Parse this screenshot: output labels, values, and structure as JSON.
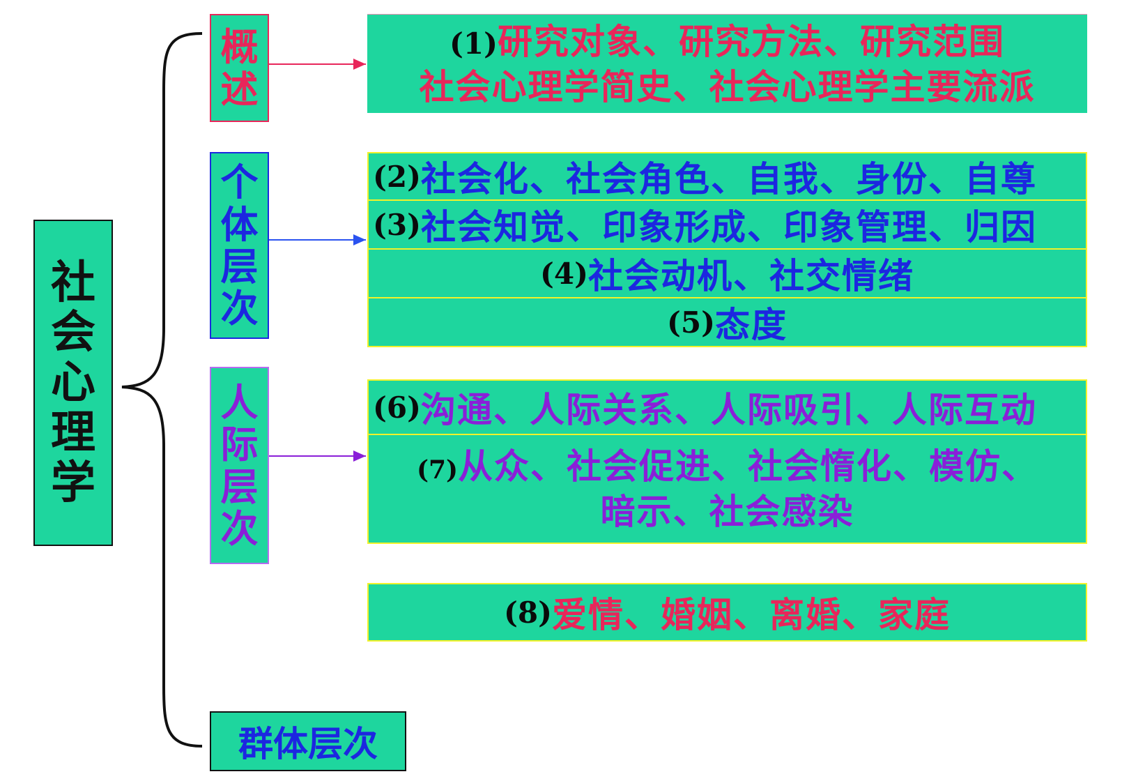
{
  "root": {
    "chars": [
      "社",
      "会",
      "心",
      "理",
      "学"
    ]
  },
  "categories": {
    "overview": {
      "chars": [
        "概",
        "述"
      ]
    },
    "individual": {
      "chars": [
        "个",
        "体",
        "层",
        "次"
      ]
    },
    "interpersonal": {
      "chars": [
        "人",
        "际",
        "层",
        "次"
      ]
    },
    "group": {
      "label": "群体层次"
    }
  },
  "items": [
    {
      "num": "(1)",
      "line1": "研究对象、研究方法、研究范围",
      "line2": "社会心理学简史、社会心理学主要流派"
    },
    {
      "num": "(2)",
      "text": "社会化、社会角色、自我、身份、自尊"
    },
    {
      "num": "(3)",
      "text": "社会知觉、印象形成、印象管理、归因"
    },
    {
      "num": "(4)",
      "text": "社会动机、社交情绪"
    },
    {
      "num": "(5)",
      "text": "态度"
    },
    {
      "num": "(6)",
      "text": "沟通、人际关系、人际吸引、人际互动"
    },
    {
      "num": "(7)",
      "line1": "从众、社会促进、社会惰化、模仿、",
      "line2": "暗示、社会感染"
    },
    {
      "num": "(8)",
      "text": "爱情、婚姻、离婚、家庭"
    }
  ],
  "colors": {
    "box_fill": "#1ed69e",
    "overview_accent": "#e8265a",
    "individual_accent": "#1c27e0",
    "interpersonal_accent": "#8a1fd8",
    "item_border": "#f2f22a"
  }
}
